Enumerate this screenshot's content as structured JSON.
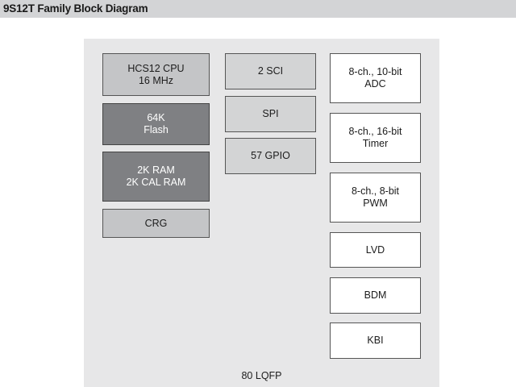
{
  "header": {
    "title": "9S12T Family Block Diagram"
  },
  "diagram": {
    "package": "80 LQFP",
    "left_column": [
      {
        "id": "cpu",
        "lines": [
          "HCS12 CPU",
          "16 MHz"
        ],
        "style": "light"
      },
      {
        "id": "flash",
        "lines": [
          "64K",
          "Flash"
        ],
        "style": "dark"
      },
      {
        "id": "ram",
        "lines": [
          "2K RAM",
          "2K CAL RAM"
        ],
        "style": "dark"
      },
      {
        "id": "crg",
        "lines": [
          "CRG"
        ],
        "style": "light"
      }
    ],
    "middle_column": [
      {
        "id": "sci",
        "lines": [
          "2 SCI"
        ],
        "style": "mid"
      },
      {
        "id": "spi",
        "lines": [
          "SPI"
        ],
        "style": "mid"
      },
      {
        "id": "gpio",
        "lines": [
          "57 GPIO"
        ],
        "style": "mid"
      }
    ],
    "right_column": [
      {
        "id": "adc",
        "lines": [
          "8-ch., 10-bit",
          "ADC"
        ],
        "style": "white"
      },
      {
        "id": "timer",
        "lines": [
          "8-ch., 16-bit",
          "Timer"
        ],
        "style": "white"
      },
      {
        "id": "pwm",
        "lines": [
          "8-ch., 8-bit",
          "PWM"
        ],
        "style": "white"
      },
      {
        "id": "lvd",
        "lines": [
          "LVD"
        ],
        "style": "white"
      },
      {
        "id": "bdm",
        "lines": [
          "BDM"
        ],
        "style": "white"
      },
      {
        "id": "kbi",
        "lines": [
          "KBI"
        ],
        "style": "white"
      }
    ]
  },
  "colors": {
    "title_bar": "#d3d4d6",
    "frame": "#e7e7e8",
    "block_light": "#c4c5c7",
    "block_mid": "#d3d4d5",
    "block_dark": "#7f8083",
    "block_white": "#ffffff"
  }
}
